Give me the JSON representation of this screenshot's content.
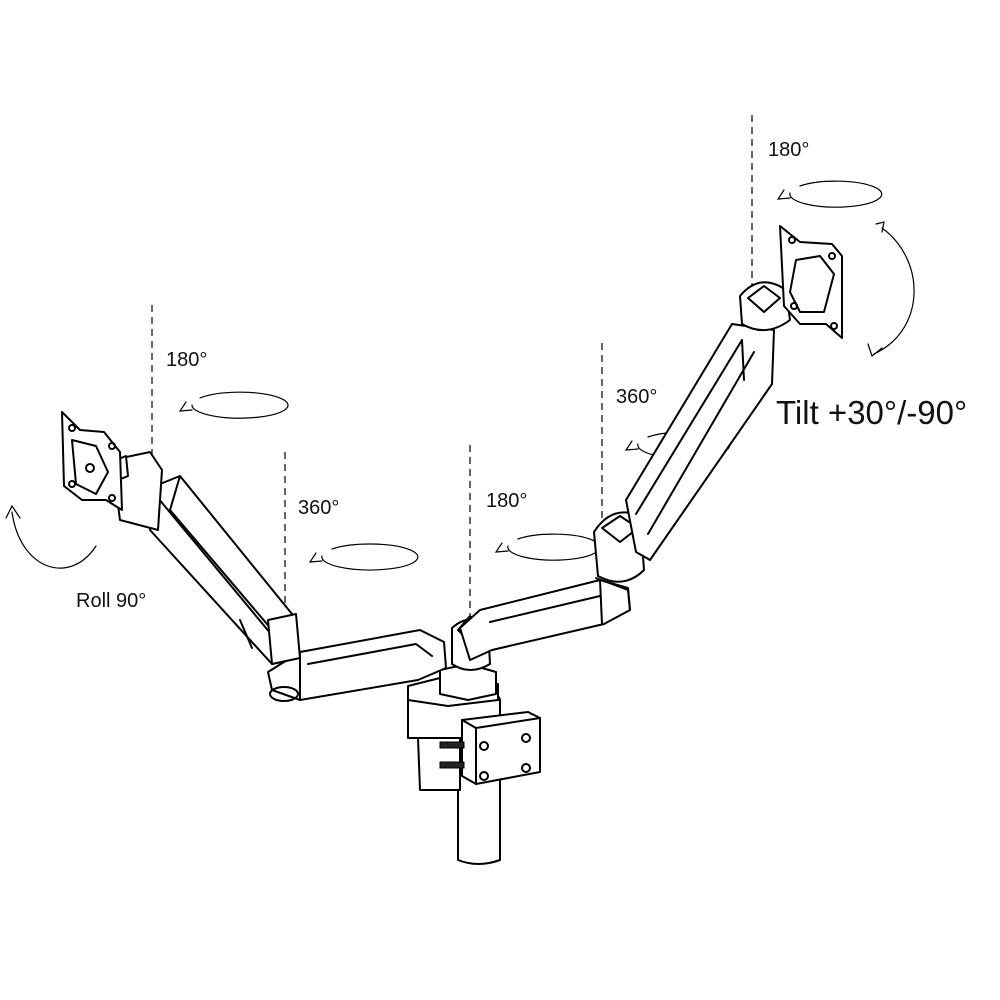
{
  "labels": {
    "left_pivot": "180°",
    "left_elbow": "360°",
    "center": "180°",
    "right_elbow": "360°",
    "right_pivot": "180°",
    "roll": "Roll 90°",
    "tilt": "Tilt +30°/-90°"
  },
  "colors": {
    "line": "#000000",
    "background": "#ffffff"
  }
}
